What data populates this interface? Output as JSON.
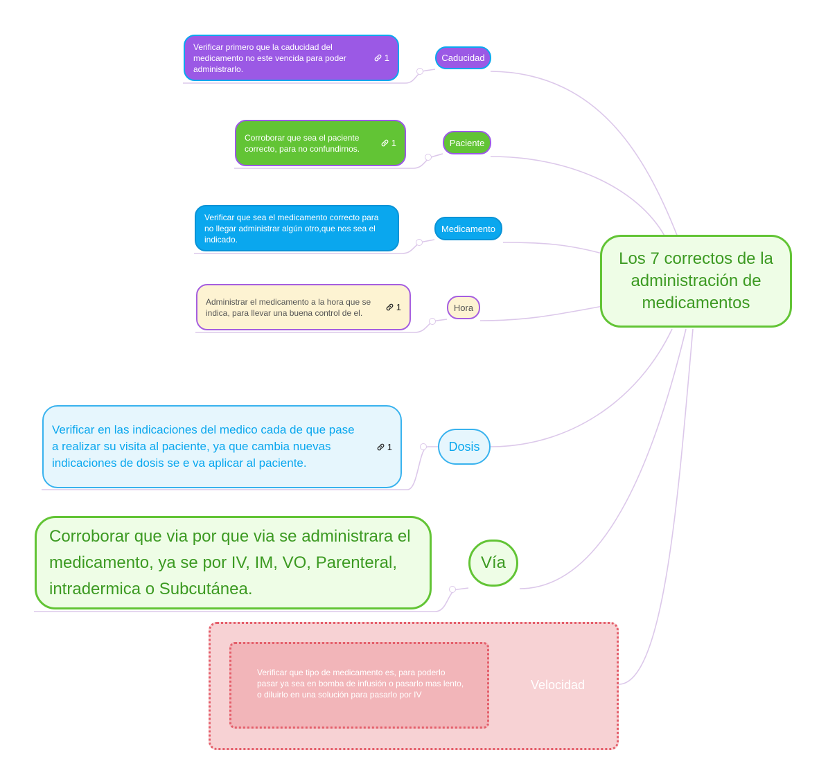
{
  "root": {
    "title": "Los 7 correctos de la administración de medicamentos"
  },
  "branches": [
    {
      "label": "Caducidad",
      "note": "Verificar primero que la caducidad del medicamento no este vencida para poder administrarlo.",
      "link_count": "1"
    },
    {
      "label": "Paciente",
      "note": "Corroborar que sea el paciente correcto, para no confundirnos.",
      "link_count": "1"
    },
    {
      "label": "Medicamento",
      "note": "Verificar que sea el medicamento correcto para no llegar administrar algún otro,que nos sea el indicado."
    },
    {
      "label": "Hora",
      "note": "Administrar el medicamento a la hora que se indica, para llevar una buena control de el.",
      "link_count": "1"
    },
    {
      "label": "Dosis",
      "note": "Verificar en las indicaciones del medico cada de que pase a realizar su visita al paciente, ya que cambia nuevas indicaciones de dosis se e va aplicar al paciente.",
      "link_count": "1"
    },
    {
      "label": "Vía",
      "note": "Corroborar que via por que via se administrara el medicamento, ya  se por IV, IM, VO, Parenteral, intradermica o Subcutánea."
    },
    {
      "label": "Velocidad",
      "note": "Verificar que tipo de medicamento es, para poderlo pasar ya sea en bomba de infusión o pasarlo mas lento, o diluirlo en una solución para pasarlo por IV"
    }
  ],
  "colors": {
    "connector": "#dcc8ea",
    "caducidad": "#9b59e5",
    "paciente": "#62c435",
    "medicamento": "#0aa7ee",
    "hora_fill": "#fdf3d2",
    "hora_border": "#a55ee0",
    "dosis_fill": "#e6f6fd",
    "dosis_border": "#38b2ee",
    "via_fill": "#eefde6",
    "via_border": "#62c435",
    "velocidad_outer": "#f7d2d4",
    "velocidad_inner": "#f2b5b9",
    "velocidad_border": "#e45f6b"
  },
  "icons": {
    "link": "link-icon"
  }
}
